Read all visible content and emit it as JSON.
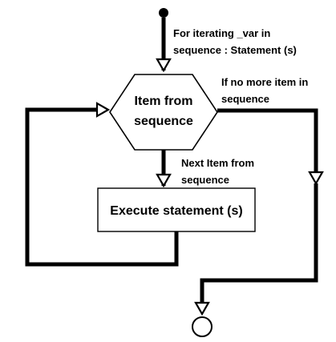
{
  "flowchart": {
    "colors": {
      "stroke": "#000000",
      "background": "#ffffff"
    },
    "start": {
      "shape": "filled-circle"
    },
    "labels": {
      "entry_line1": "For iterating _var in",
      "entry_line2": "sequence : Statement (s)",
      "exit_line1": "If no more item in",
      "exit_line2": "sequence",
      "next_line1": "Next Item from",
      "next_line2": "sequence"
    },
    "decision": {
      "shape": "hexagon",
      "line1": "Item from",
      "line2": "sequence"
    },
    "process": {
      "shape": "rectangle",
      "text": "Execute statement (s)"
    },
    "end": {
      "shape": "open-circle"
    }
  }
}
